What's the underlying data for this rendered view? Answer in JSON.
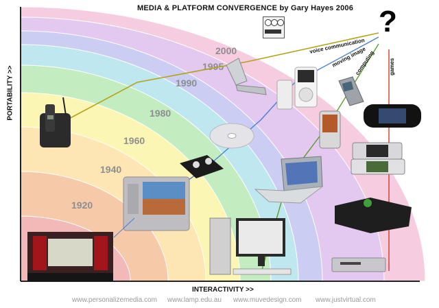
{
  "title": "MEDIA & PLATFORM CONVERGENCE  by  Gary Hayes 2006",
  "question_mark": "?",
  "axis": {
    "y_label": "PORTABILITY >>",
    "x_label": "INTERACTIVITY >>"
  },
  "eras": [
    {
      "label": "1920",
      "color": "#f3b8b8"
    },
    {
      "label": "1940",
      "color": "#f6c9a8"
    },
    {
      "label": "1960",
      "color": "#fde6b4"
    },
    {
      "label": "1980",
      "color": "#fbf6b4"
    },
    {
      "label": "1990",
      "color": "#c3ecc1"
    },
    {
      "label": "1995",
      "color": "#bfe7ef"
    },
    {
      "label": "2000",
      "color": "#cbcdf3"
    },
    {
      "label": "",
      "color": "#e3c8ef"
    },
    {
      "label": "",
      "color": "#f6cce0"
    }
  ],
  "streams": [
    {
      "label": "voice communication",
      "color": "#b4a21a"
    },
    {
      "label": "moving image",
      "color": "#4a7fd0"
    },
    {
      "label": "computing",
      "color": "#5a9a2a"
    },
    {
      "label": "games",
      "color": "#d8352a"
    }
  ],
  "footer_links": [
    "www.personalizemedia.com",
    "www.lamp.edu.au",
    "www.muvedesign.com",
    "www.justvirtual.com"
  ],
  "devices": [
    {
      "name": "cinema-screen"
    },
    {
      "name": "cordless-phone"
    },
    {
      "name": "crt-television"
    },
    {
      "name": "vhs-cassette"
    },
    {
      "name": "cd-disc"
    },
    {
      "name": "flip-phone"
    },
    {
      "name": "ipod"
    },
    {
      "name": "pda"
    },
    {
      "name": "smartphone"
    },
    {
      "name": "desktop-computer"
    },
    {
      "name": "laptop"
    },
    {
      "name": "psp"
    },
    {
      "name": "nintendo-ds"
    },
    {
      "name": "xbox"
    },
    {
      "name": "dvd-player"
    }
  ]
}
